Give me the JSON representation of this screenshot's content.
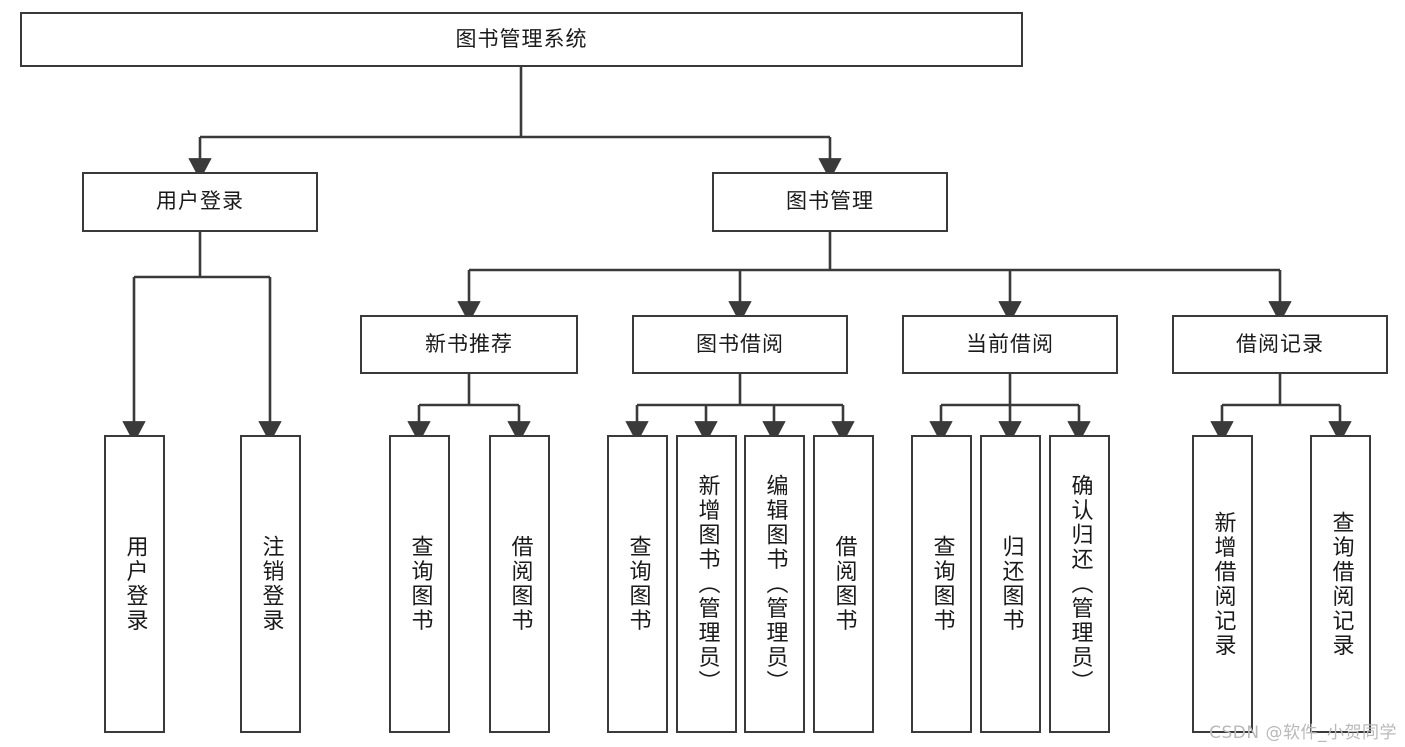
{
  "diagram": {
    "title": "图书管理系统",
    "watermark": "CSDN @软件_小贺同学",
    "colors": {
      "stroke": "#3a3a3a",
      "fill": "#ffffff",
      "text": "#1a1a1a",
      "watermark": "#b9b9b9"
    },
    "root": {
      "label": "图书管理系统"
    },
    "level2": [
      {
        "label": "用户登录"
      },
      {
        "label": "图书管理"
      }
    ],
    "level3": [
      {
        "label": "新书推荐"
      },
      {
        "label": "图书借阅"
      },
      {
        "label": "当前借阅"
      },
      {
        "label": "借阅记录"
      }
    ],
    "leaves": [
      {
        "label": "用户登录"
      },
      {
        "label": "注销登录"
      },
      {
        "label": "查询图书"
      },
      {
        "label": "借阅图书"
      },
      {
        "label": "查询图书"
      },
      {
        "label": "新增图书（管理员）"
      },
      {
        "label": "编辑图书（管理员）"
      },
      {
        "label": "借阅图书"
      },
      {
        "label": "查询图书"
      },
      {
        "label": "归还图书"
      },
      {
        "label": "确认归还（管理员）"
      },
      {
        "label": "新增借阅记录"
      },
      {
        "label": "查询借阅记录"
      }
    ]
  }
}
